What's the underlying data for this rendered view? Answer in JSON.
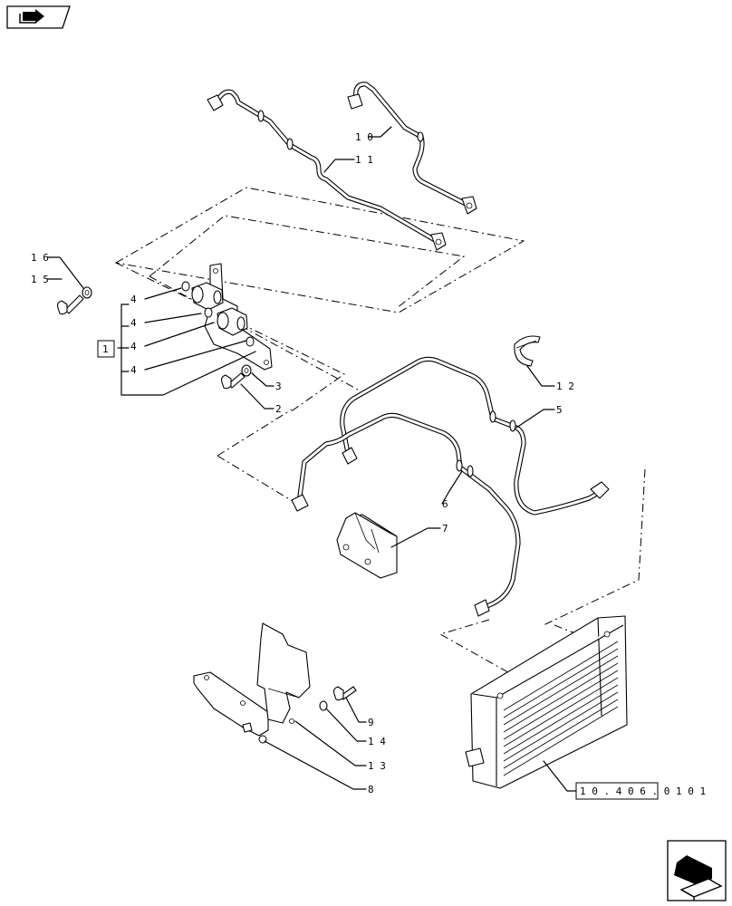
{
  "callouts": {
    "c1": "1",
    "c2": "2",
    "c3": "3",
    "c4a": "4",
    "c4b": "4",
    "c4c": "4",
    "c4d": "4",
    "c5": "5",
    "c6": "6",
    "c7": "7",
    "c8": "8",
    "c9": "9",
    "c10": "1 0",
    "c11": "1 1",
    "c12": "1 2",
    "c13": "1 3",
    "c14": "1 4",
    "c15": "1 5",
    "c16": "1 6"
  },
  "reference": {
    "radiator": "1 0 . 4 0 6 . 0 1  0 1"
  },
  "icons": {
    "top_left": "book-arrow-icon",
    "bottom_right": "next-page-arrow-icon"
  }
}
